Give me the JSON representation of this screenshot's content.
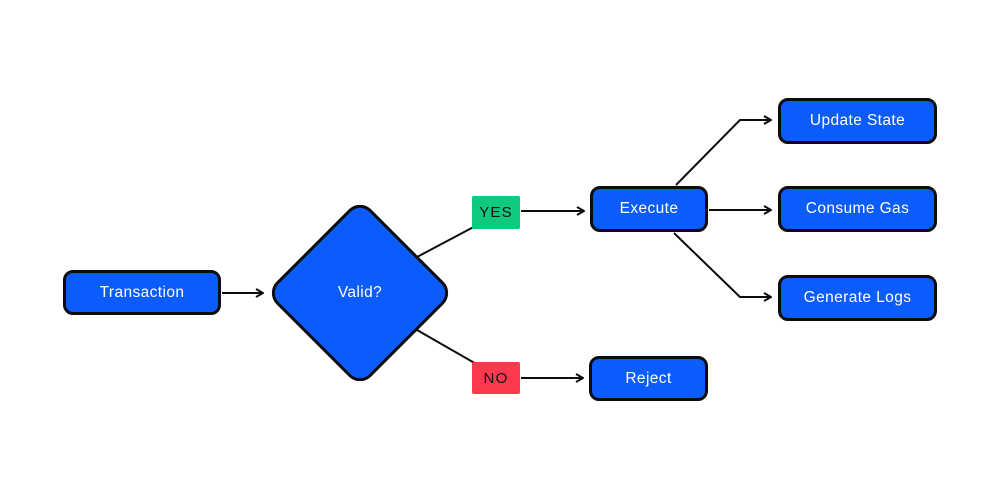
{
  "diagram_type": "flowchart",
  "nodes": {
    "transaction": {
      "label": "Transaction",
      "shape": "rounded-rect"
    },
    "valid": {
      "label": "Valid?",
      "shape": "diamond"
    },
    "execute": {
      "label": "Execute",
      "shape": "rounded-rect"
    },
    "reject": {
      "label": "Reject",
      "shape": "rounded-rect"
    },
    "update_state": {
      "label": "Update State",
      "shape": "rounded-rect"
    },
    "consume_gas": {
      "label": "Consume Gas",
      "shape": "rounded-rect"
    },
    "generate_logs": {
      "label": "Generate Logs",
      "shape": "rounded-rect"
    }
  },
  "edge_labels": {
    "yes": {
      "text": "YES"
    },
    "no": {
      "text": "NO"
    }
  },
  "edges": [
    {
      "from": "Transaction",
      "to": "Valid?"
    },
    {
      "from": "Valid?",
      "to": "Execute",
      "label": "YES"
    },
    {
      "from": "Valid?",
      "to": "Reject",
      "label": "NO"
    },
    {
      "from": "Execute",
      "to": "Update State"
    },
    {
      "from": "Execute",
      "to": "Consume Gas"
    },
    {
      "from": "Execute",
      "to": "Generate Logs"
    }
  ],
  "colors": {
    "node_fill": "#0B5CFA",
    "node_text": "#FFFFFF",
    "stroke": "#0C0C0C",
    "yes_fill": "#0FC97E",
    "no_fill": "#FB3A4D",
    "label_text": "#111111",
    "background": "#FFFFFF"
  }
}
